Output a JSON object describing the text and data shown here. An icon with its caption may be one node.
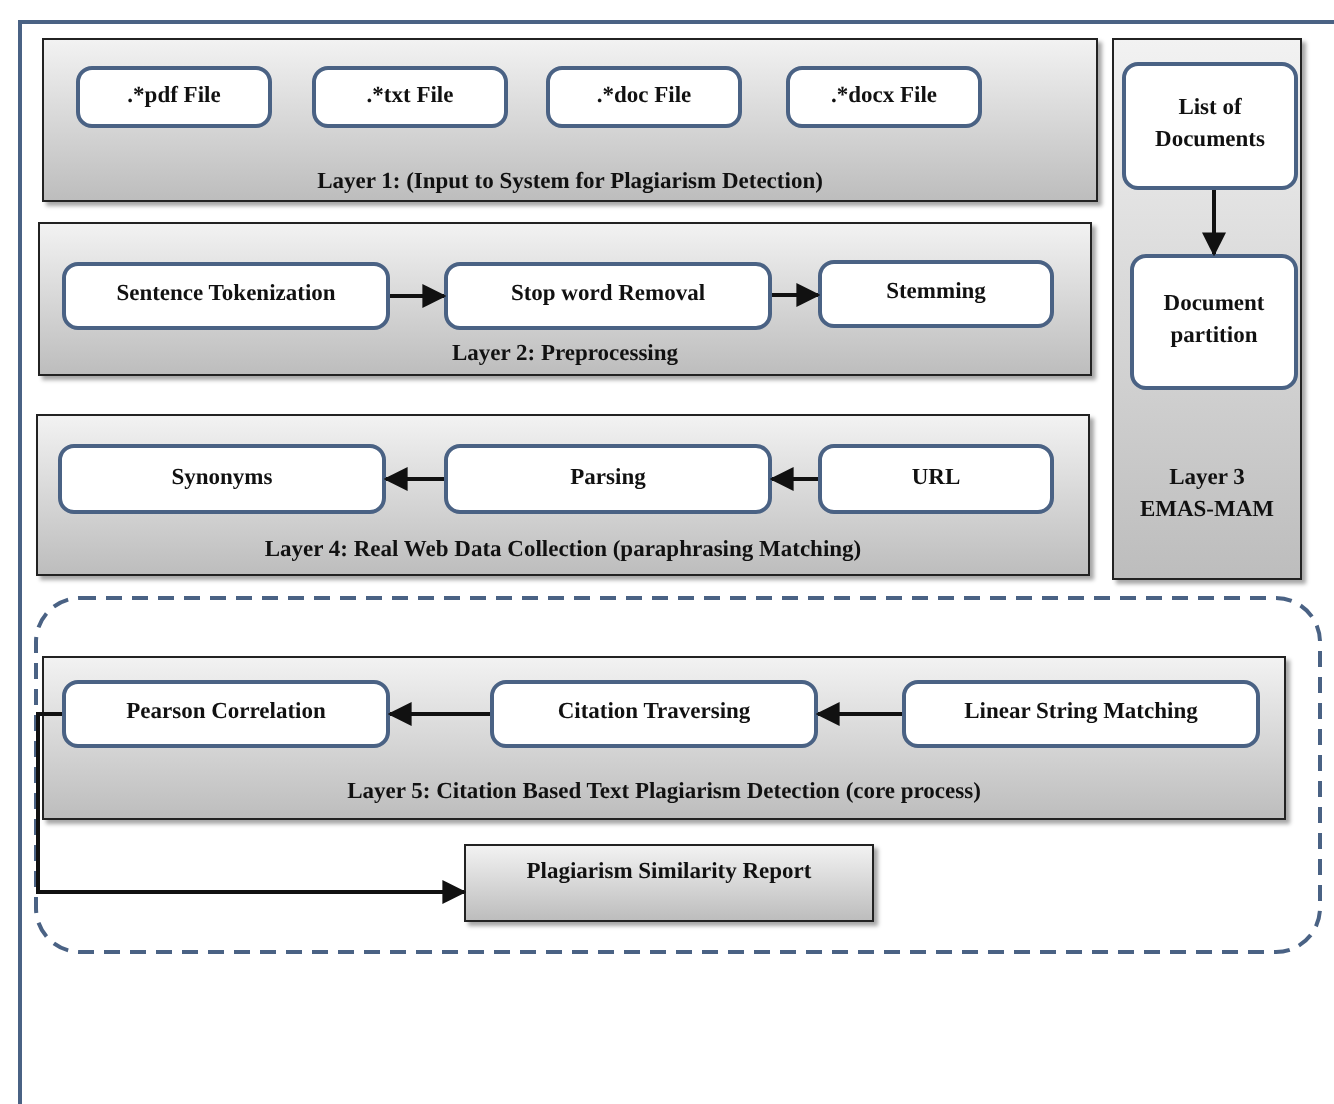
{
  "diagram": {
    "nodes": [
      {
        "text": [
          "Layer 1: (Input to System for Plagiarism Detection)"
        ]
      },
      {
        "text": [
          ".*pdf File"
        ],
        "in": 0
      },
      {
        "text": [
          ".*txt File"
        ],
        "in": 0
      },
      {
        "text": [
          ".*doc File"
        ],
        "in": 0
      },
      {
        "text": [
          ".*docx File"
        ],
        "in": 0
      },
      {
        "text": [
          "Layer 2: Preprocessing"
        ]
      },
      {
        "text": [
          "Sentence Tokenization"
        ],
        "in": 5
      },
      {
        "text": [
          "Stop word Removal"
        ],
        "in": 5
      },
      {
        "text": [
          "Stemming"
        ],
        "in": 5
      },
      {
        "text": [
          "Layer 3 EMAS-MAM"
        ]
      },
      {
        "text": [
          "List of Documents"
        ],
        "in": 9
      },
      {
        "text": [
          "Document partition"
        ],
        "in": 9
      },
      {
        "text": [
          "Layer 4: Real Web Data Collection (paraphrasing Matching)"
        ]
      },
      {
        "text": [
          "Synonyms"
        ],
        "in": 12
      },
      {
        "text": [
          "Parsing"
        ],
        "in": 12
      },
      {
        "text": [
          "URL"
        ],
        "in": 12
      },
      {
        "text": [
          "Layer 5: Citation Based Text Plagiarism Detection (core process)"
        ]
      },
      {
        "text": [
          "Pearson Correlation"
        ],
        "in": 16
      },
      {
        "text": [
          "Citation Traversing"
        ],
        "in": 16
      },
      {
        "text": [
          "Linear String Matching"
        ],
        "in": 16
      },
      {
        "text": [
          "Plagiarism Similarity Report"
        ]
      }
    ],
    "edges": [
      {
        "from": 6,
        "to": 7,
        "arrow": "to"
      },
      {
        "from": 7,
        "to": 8,
        "arrow": "to"
      },
      {
        "from": 10,
        "to": 11,
        "arrow": "to"
      },
      {
        "from": 15,
        "to": 14,
        "arrow": "to"
      },
      {
        "from": 14,
        "to": 13,
        "arrow": "to"
      },
      {
        "from": 19,
        "to": 18,
        "arrow": "to"
      },
      {
        "from": 18,
        "to": 17,
        "arrow": "to"
      },
      {
        "from": 17,
        "to": 20,
        "arrow": "to"
      }
    ]
  }
}
